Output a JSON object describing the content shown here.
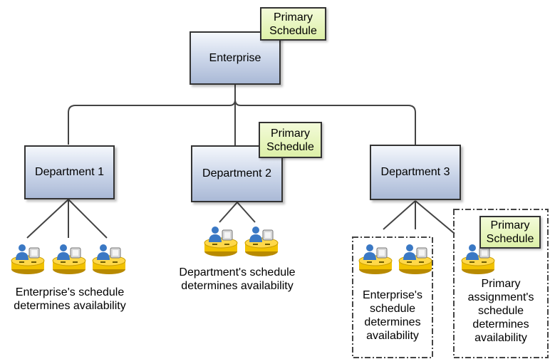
{
  "root": {
    "label": "Enterprise",
    "tag": "Primary Schedule"
  },
  "departments": [
    {
      "label": "Department 1"
    },
    {
      "label": "Department 2",
      "tag": "Primary Schedule"
    },
    {
      "label": "Department 3"
    }
  ],
  "captions": {
    "dept1": "Enterprise's schedule determines availability",
    "dept2": "Department's schedule determines availability",
    "dept3_group": "Enterprise's schedule determines availability",
    "dept3_primary": "Primary assignment's schedule determines availability"
  },
  "dept3_primary_tag": "Primary Schedule",
  "icons": {
    "worker": "worker-at-desk-icon"
  },
  "colors": {
    "node_fill": "#c9d4e8",
    "tag_fill": "#ddf0a8",
    "desk": "#f2c200",
    "person": "#3a78c4"
  }
}
